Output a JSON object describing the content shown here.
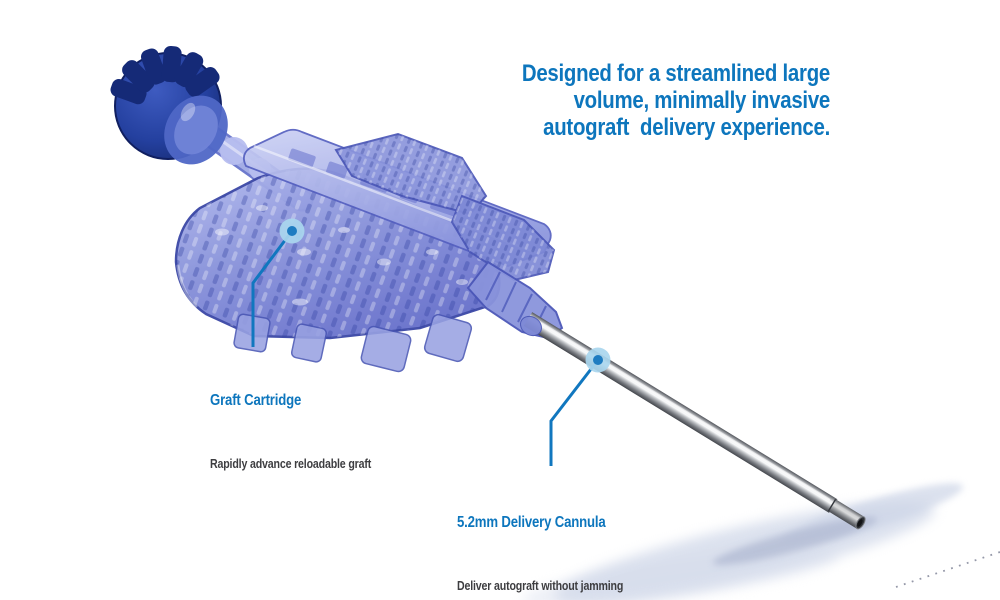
{
  "headline": {
    "lines": [
      "Designed for a streamlined large",
      "volume, minimally invasive",
      "autograft  delivery experience."
    ],
    "color": "#0d76bd"
  },
  "callouts": [
    {
      "id": "graft-cartridge",
      "title": "Graft Cartridge",
      "subtitle": "Rapidly advance reloadable graft"
    },
    {
      "id": "delivery-cannula",
      "title": "5.2mm Delivery Cannula",
      "subtitle": "Deliver autograft without jamming"
    }
  ],
  "illustration": {
    "subject": "translucent blue autograft delivery device with metal cannula",
    "colors": {
      "headline_blue": "#0d76bd",
      "callout_line": "#1177bf",
      "callout_dot_inner": "#1e7cc1",
      "callout_dot_halo": "#a9d6ee",
      "subtitle_text": "#3d3d40",
      "knob_dark_blue": "#203a96",
      "body_translucent_blue": "#7f8ad6",
      "body_edge_blue": "#3b47a6",
      "cannula_bright": "#f5f6f7",
      "cannula_dark": "#45484e",
      "floor_shadow": "#ccd4e6"
    }
  }
}
